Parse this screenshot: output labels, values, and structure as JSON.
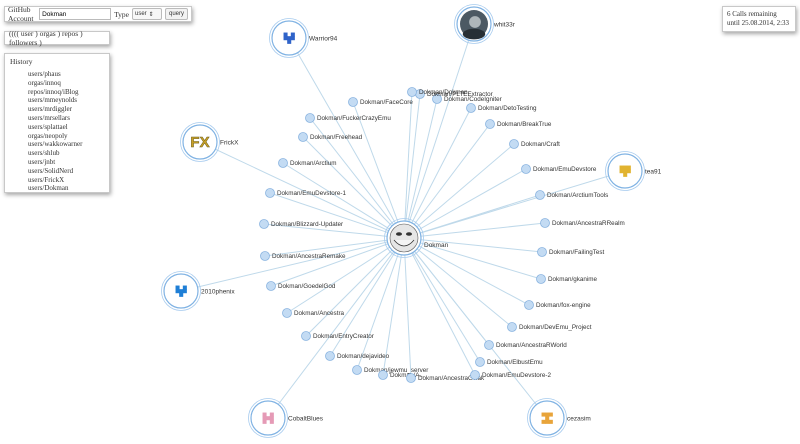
{
  "account_bar": {
    "label": "GitHub Account",
    "input_value": "Dokman",
    "type_label": "Type",
    "type_selected": "user",
    "query_label": "query"
  },
  "filter_bar": {
    "text": "(((( user ) orgas ) repos ) followers )"
  },
  "history": {
    "title": "History",
    "items": [
      "users/phaus",
      "orgas/innoq",
      "repos/innoq/iBlog",
      "users/mmeynolds",
      "users/mrdiggler",
      "users/mrsellars",
      "users/splattael",
      "orgas/neopoly",
      "users/wakkowarner",
      "users/shlub",
      "users/jnbt",
      "users/SolidNerd",
      "users/FrickX",
      "users/Dokman"
    ]
  },
  "rate_limit": {
    "line1": "6 Calls remaining",
    "line2": "until 25.08.2014, 2:33"
  },
  "graph": {
    "center": {
      "name": "Dokman"
    },
    "users": [
      {
        "name": "Warrior94",
        "icon": "identicon-blue",
        "color": "#2f63c9"
      },
      {
        "name": "whit33r",
        "icon": "photo-avatar",
        "color": "#3a4a55"
      },
      {
        "name": "FrickX",
        "icon": "fx-logo-avatar",
        "color": "#c9a227"
      },
      {
        "name": "tea91",
        "icon": "identicon-yellow",
        "color": "#e1b330"
      },
      {
        "name": "2010phenix",
        "icon": "identicon-blue",
        "color": "#1f7fd6"
      },
      {
        "name": "CobaltBlues",
        "icon": "identicon-pink",
        "color": "#e59ab6"
      },
      {
        "name": "cezasim",
        "icon": "identicon-orange",
        "color": "#e8a43a"
      }
    ],
    "repos": [
      "Dokman/FaceCore",
      "Dokman/FuckerCrazyEmu",
      "Dokman/Freehead",
      "Dokman/Arctium",
      "Dokman/EmuDevstore-1",
      "Dokman/Blizzard-Updater",
      "Dokman/AncestraRemake",
      "Dokman/GoedelGod",
      "Dokman/Ancestra",
      "Dokman/EntryCreator",
      "Dokman/dejavideo",
      "Dokman/jewmu_server",
      "Dokman/A...",
      "Dokman/AncestraGwak",
      "Dokman/EmuDevstore-2",
      "Dokman/ElbustEmu",
      "Dokman/AncestraRWorld",
      "Dokman/DevEmu_Project",
      "Dokman/fox-engine",
      "Dokman/gkanime",
      "Dokman/FailingTest",
      "Dokman/AncestraRRealm",
      "Dokman/ArctiumTools",
      "Dokman/EmuDevstore",
      "Dokman/Craft",
      "Dokman/BreakTrue",
      "Dokman/DetoTesting",
      "Dokman/CodeIgniter",
      "Dokman/PLTEExtractor",
      "Dokman/Dokman"
    ]
  }
}
